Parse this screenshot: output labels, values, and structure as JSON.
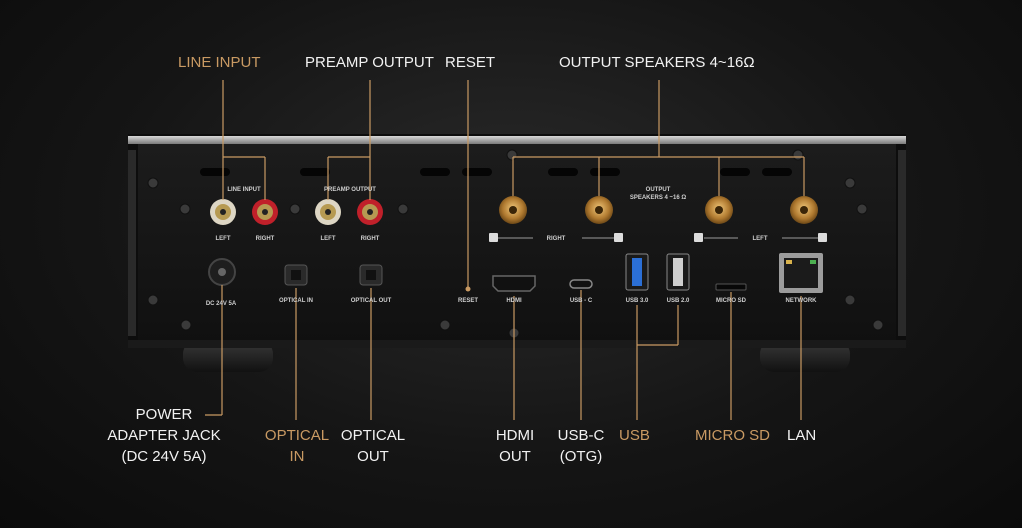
{
  "callouts": {
    "line_input": "LINE INPUT",
    "preamp_output": "PREAMP OUTPUT",
    "reset": "RESET",
    "output_speakers": "OUTPUT SPEAKERS 4~16Ω",
    "power_line1": "POWER",
    "power_line2": "ADAPTER JACK",
    "power_line3": "(DC 24V 5A)",
    "optical_in_line1": "OPTICAL",
    "optical_in_line2": "IN",
    "optical_out_line1": "OPTICAL",
    "optical_out_line2": "OUT",
    "hdmi_line1": "HDMI",
    "hdmi_line2": "OUT",
    "usbc_line1": "USB-C",
    "usbc_line2": "(OTG)",
    "usb": "USB",
    "micro_sd": "MICRO SD",
    "lan": "LAN"
  },
  "panel": {
    "line_input": "LINE INPUT",
    "preamp_output": "PREAMP OUTPUT",
    "left": "LEFT",
    "right": "RIGHT",
    "output_line1": "OUTPUT",
    "output_line2": "SPEAKERS 4 ~16 Ω",
    "speaker_right": "RIGHT",
    "speaker_left": "LEFT",
    "minus": "−",
    "plus": "+",
    "dc_label": "DC 24V 5A",
    "optical_in": "OPTICAL IN",
    "optical_out": "OPTICAL OUT",
    "reset": "RESET",
    "hdmi": "HDMI",
    "usbc": "USB - C",
    "usb3": "USB 3.0",
    "usb2": "USB 2.0",
    "micro_sd": "MICRO SD",
    "network": "NETWORK"
  },
  "colors": {
    "accent": "#c99a63",
    "rca_white": "#e8e2d2",
    "rca_red": "#c0202a",
    "usb3_blue": "#2b6fd6"
  }
}
